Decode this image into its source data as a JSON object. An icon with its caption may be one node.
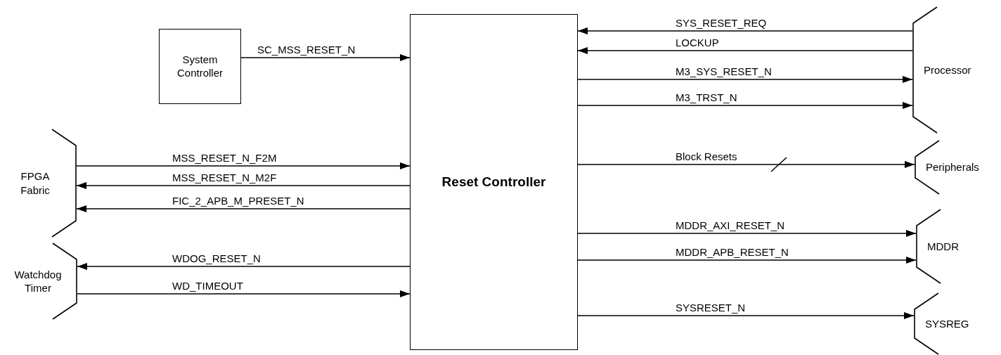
{
  "diagram": {
    "nodes": [
      {
        "text": [
          "System Controller"
        ]
      },
      {
        "text": [
          "Reset Controller"
        ]
      },
      {
        "text": [
          "FPGA Fabric"
        ]
      },
      {
        "text": [
          "Watchdog Timer"
        ]
      },
      {
        "text": [
          "Processor"
        ]
      },
      {
        "text": [
          "Peripherals"
        ]
      },
      {
        "text": [
          "MDDR"
        ]
      },
      {
        "text": [
          "SYSREG"
        ]
      }
    ],
    "edges": [
      {
        "from": 0,
        "to": 1,
        "arrow": "to",
        "label": "SC_MSS_RESET_N"
      },
      {
        "from": 4,
        "to": 1,
        "arrow": "to",
        "label": "SYS_RESET_REQ"
      },
      {
        "from": 4,
        "to": 1,
        "arrow": "to",
        "label": "LOCKUP"
      },
      {
        "from": 1,
        "to": 4,
        "arrow": "to",
        "label": "M3_SYS_RESET_N"
      },
      {
        "from": 1,
        "to": 4,
        "arrow": "to",
        "label": "M3_TRST_N"
      },
      {
        "from": 2,
        "to": 1,
        "arrow": "to",
        "label": "MSS_RESET_N_F2M"
      },
      {
        "from": 1,
        "to": 2,
        "arrow": "to",
        "label": "MSS_RESET_N_M2F"
      },
      {
        "from": 1,
        "to": 2,
        "arrow": "to",
        "label": "FIC_2_APB_M_PRESET_N"
      },
      {
        "from": 1,
        "to": 5,
        "arrow": "to",
        "label": "Block Resets"
      },
      {
        "from": 1,
        "to": 3,
        "arrow": "to",
        "label": "WDOG_RESET_N"
      },
      {
        "from": 3,
        "to": 1,
        "arrow": "to",
        "label": "WD_TIMEOUT"
      },
      {
        "from": 1,
        "to": 6,
        "arrow": "to",
        "label": "MDDR_AXI_RESET_N"
      },
      {
        "from": 1,
        "to": 6,
        "arrow": "to",
        "label": "MDDR_APB_RESET_N"
      },
      {
        "from": 1,
        "to": 7,
        "arrow": "to",
        "label": "SYSRESET_N"
      }
    ]
  }
}
